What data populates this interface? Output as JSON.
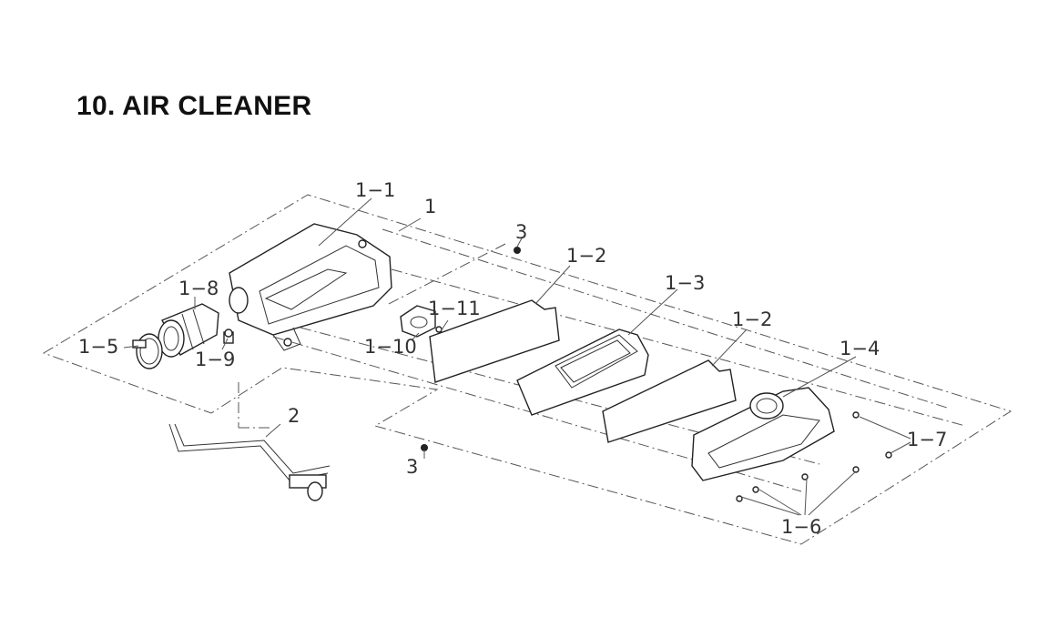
{
  "title": "10. AIR CLEANER",
  "callouts": {
    "c1_1": "1−1",
    "c1": "1",
    "c3a": "3",
    "c1_2a": "1−2",
    "c1_8": "1−8",
    "c1_3": "1−3",
    "c1_11": "1−11",
    "c1_2b": "1−2",
    "c1_5": "1−5",
    "c1_10": "1−10",
    "c1_9": "1−9",
    "c1_4": "1−4",
    "c2": "2",
    "c1_7": "1−7",
    "c3b": "3",
    "c1_6": "1−6"
  }
}
